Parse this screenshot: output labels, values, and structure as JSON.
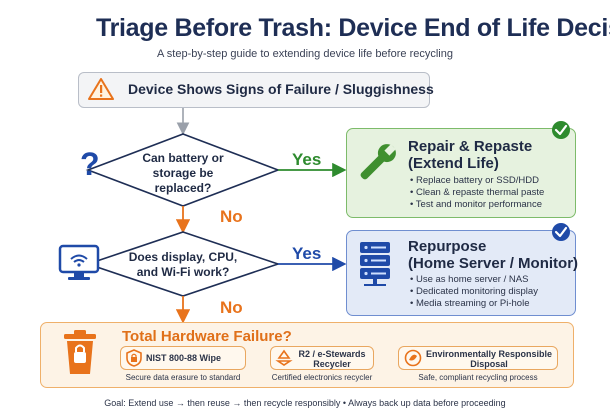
{
  "header": {
    "title": "Triage Before Trash: Device End of Life Decision",
    "subtitle": "A step-by-step guide to extending device life before recycling"
  },
  "start": {
    "label": "Device Shows Signs of Failure / Sluggishness"
  },
  "question1": {
    "lines": [
      "Can battery or",
      "storage be",
      "replaced?"
    ],
    "yes_label": "Yes",
    "no_label": "No"
  },
  "question2": {
    "lines": [
      "Does display, CPU,",
      "and Wi-Fi work?"
    ],
    "yes_label": "Yes",
    "no_label": "No"
  },
  "repair": {
    "title_line1": "Repair & Repaste",
    "title_line2": "(Extend Life)",
    "bullets": [
      "• Replace battery or SSD/HDD",
      "• Clean & repaste thermal paste",
      "• Test and monitor performance"
    ]
  },
  "repurpose": {
    "title_line1": "Repurpose",
    "title_line2": "(Home Server / Monitor)",
    "bullets": [
      "• Use as home server / NAS",
      "• Dedicated monitoring display",
      "• Media streaming or Pi-hole"
    ]
  },
  "failure": {
    "title": "Total Hardware Failure?",
    "steps": [
      {
        "label_lines": [
          "NIST 800-88 Wipe"
        ],
        "caption": "Secure data erasure to standard"
      },
      {
        "label_lines": [
          "R2 / e-Stewards",
          "Recycler"
        ],
        "caption": "Certified electronics recycler"
      },
      {
        "label_lines": [
          "Environmentally Responsible",
          "Disposal"
        ],
        "caption": "Safe, compliant recycling process"
      }
    ]
  },
  "footer": {
    "text": "Goal: Extend use → then reuse → then recycle responsibly • Always back up data before proceeding"
  },
  "colors": {
    "green": "#2e8b2e",
    "blue": "#1f4aa8",
    "orange": "#e8731c",
    "navy": "#1e2e55"
  },
  "icons": [
    "warning-icon",
    "question-mark-icon",
    "wrench-icon",
    "check-badge-icon",
    "monitor-wifi-icon",
    "server-stack-icon",
    "trash-bin-icon",
    "shield-lock-icon",
    "recycle-arrows-icon",
    "leaf-recycle-icon"
  ]
}
